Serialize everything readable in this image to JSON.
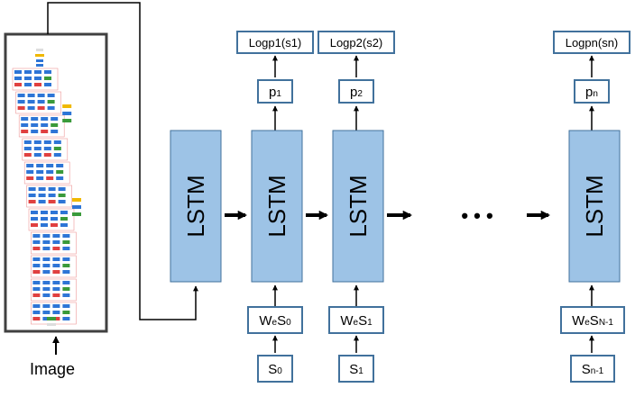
{
  "image_label": "Image",
  "lstm_label": "LSTM",
  "ellipsis": "• • •",
  "columns": [
    {
      "log_label": "Logp1(s1)",
      "p": {
        "main": "p",
        "sub": "1"
      },
      "we": {
        "main": "W",
        "sub": "e",
        "main2": "S",
        "sub2": "0"
      },
      "s": {
        "main": "S",
        "sub": "0"
      }
    },
    {
      "log_label": "Logp2(s2)",
      "p": {
        "main": "p",
        "sub": "2"
      },
      "we": {
        "main": "W",
        "sub": "e",
        "main2": "S",
        "sub2": "1"
      },
      "s": {
        "main": "S",
        "sub": "1"
      }
    },
    {
      "log_label": "Logpn(sn)",
      "p": {
        "main": "p",
        "sub": "n"
      },
      "we": {
        "main": "W",
        "sub": "e",
        "main2": "S",
        "sub2": "N-1"
      },
      "s": {
        "main": "S",
        "sub": "n-1"
      }
    }
  ],
  "colors": {
    "lstm_fill": "#9dc3e6",
    "box_stroke": "#41719c",
    "inception_blue": "#2e75d6",
    "inception_yellow": "#f0b800",
    "inception_green": "#3a9a3a",
    "inception_red": "#e04040"
  }
}
